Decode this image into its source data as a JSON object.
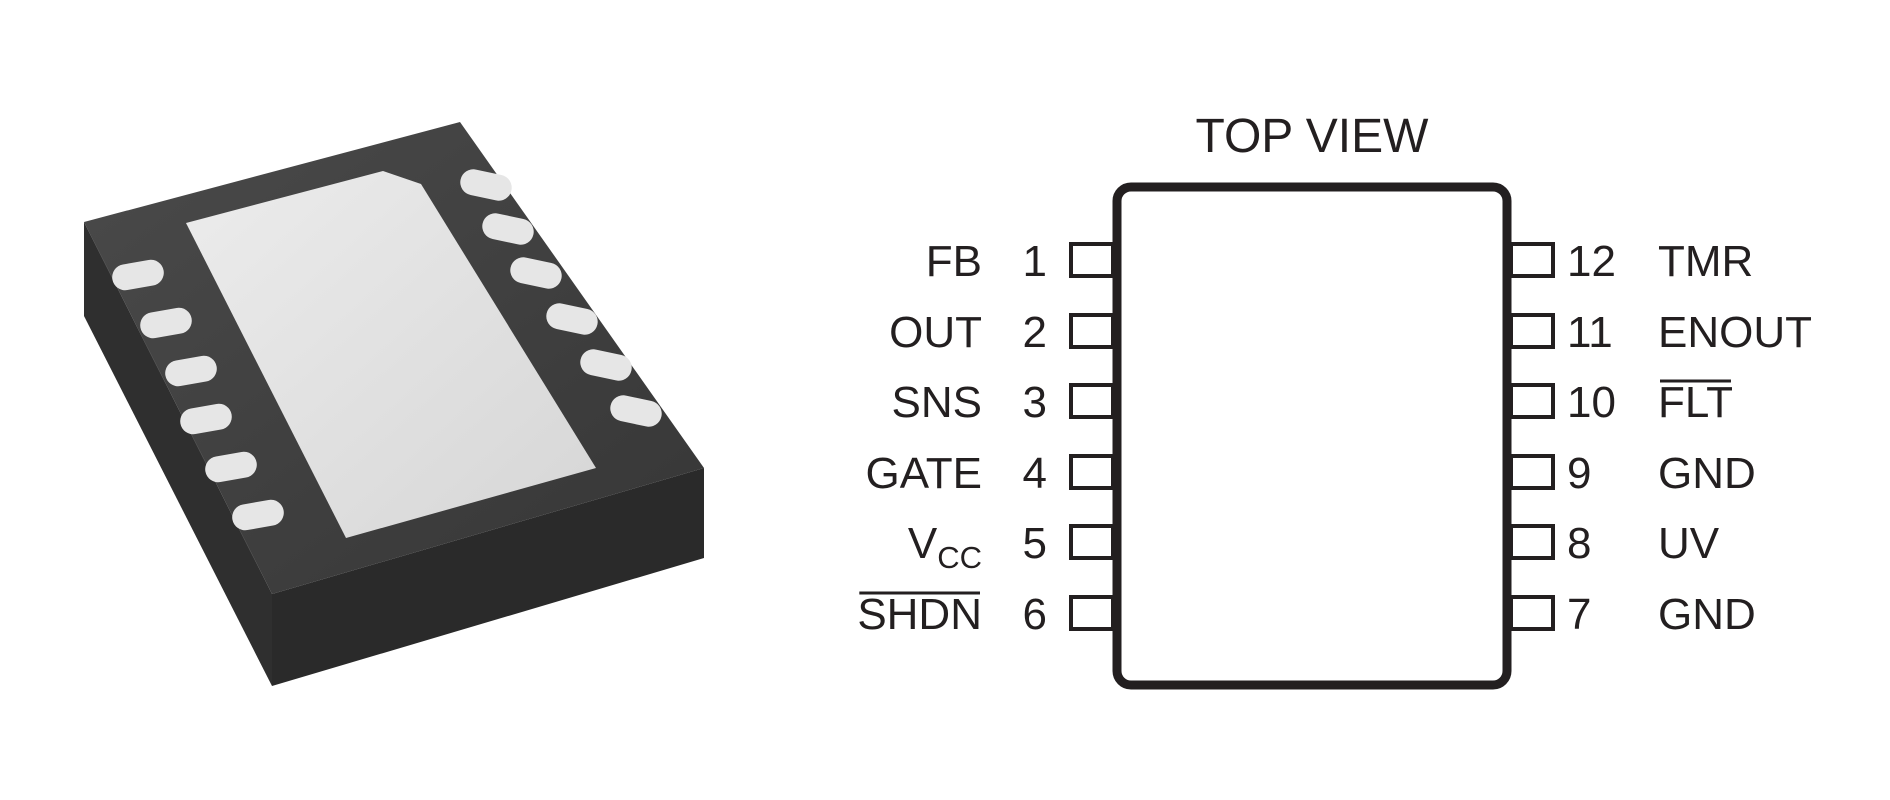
{
  "diagram": {
    "title": "TOP VIEW",
    "left_pins": [
      {
        "number": "1",
        "label": "FB",
        "overbar": false
      },
      {
        "number": "2",
        "label": "OUT",
        "overbar": false
      },
      {
        "number": "3",
        "label": "SNS",
        "overbar": false
      },
      {
        "number": "4",
        "label": "GATE",
        "overbar": false
      },
      {
        "number": "5",
        "label": "V",
        "subscript": "CC",
        "overbar": false
      },
      {
        "number": "6",
        "label": "SHDN",
        "overbar": true
      }
    ],
    "right_pins": [
      {
        "number": "12",
        "label": "TMR",
        "overbar": false
      },
      {
        "number": "11",
        "label": "ENOUT",
        "overbar": false
      },
      {
        "number": "10",
        "label": "FLT",
        "overbar": true
      },
      {
        "number": "9",
        "label": "GND",
        "overbar": false
      },
      {
        "number": "8",
        "label": "UV",
        "overbar": false
      },
      {
        "number": "7",
        "label": "GND",
        "overbar": false
      }
    ]
  },
  "package_photo": {
    "description_icon": "dfn-12-package-icon",
    "body_color": "#3a3a3a",
    "pad_color": "#e2e2e2"
  }
}
